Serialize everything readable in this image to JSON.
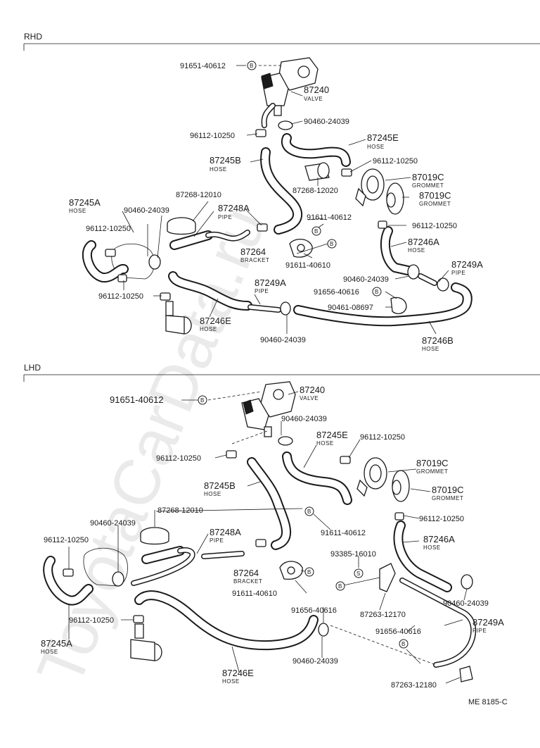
{
  "sections": {
    "rhd": "RHD",
    "lhd": "LHD"
  },
  "watermark": "ToyotaCarData.ru",
  "diagram_code": "ME 8185-C",
  "circle_marker": "B",
  "circle_marker_s": "S",
  "rhd": {
    "labels": {
      "p91651_40612": "91651-40612",
      "p87240": "87240",
      "p87240_sub": "VALVE",
      "p90460_24039_a": "90460-24039",
      "p96112_10250_a": "96112-10250",
      "p87245e": "87245E",
      "p87245e_sub": "HOSE",
      "p87245b": "87245B",
      "p87245b_sub": "HOSE",
      "p96112_10250_b": "96112-10250",
      "p87019c_a": "87019C",
      "p87019c_a_sub": "GROMMET",
      "p87268_12020": "87268-12020",
      "p87019c_b": "87019C",
      "p87019c_b_sub": "GROMMET",
      "p87268_12010": "87268-12010",
      "p87245a": "87245A",
      "p87245a_sub": "HOSE",
      "p90460_24039_b": "90460-24039",
      "p87248a": "87248A",
      "p87248a_sub": "PIPE",
      "p91611_40612": "91611-40612",
      "p96112_10250_c": "96112-10250",
      "p96112_10250_d": "96112-10250",
      "p87264": "87264",
      "p87264_sub": "BRACKET",
      "p87246a": "87246A",
      "p87246a_sub": "HOSE",
      "p91611_40610": "91611-40610",
      "p87249a_a": "87249A",
      "p87249a_a_sub": "PIPE",
      "p90460_24039_c": "90460-24039",
      "p96112_10250_e": "96112-10250",
      "p87249a_b": "87249A",
      "p87249a_b_sub": "PIPE",
      "p91656_40616": "91656-40616",
      "p90461_08697": "90461-08697",
      "p87246e": "87246E",
      "p87246e_sub": "HOSE",
      "p90460_24039_d": "90460-24039",
      "p87246b": "87246B",
      "p87246b_sub": "HOSE"
    }
  },
  "lhd": {
    "labels": {
      "p87240": "87240",
      "p87240_sub": "VALVE",
      "p91651_40612": "91651-40612",
      "p90460_24039_a": "90460-24039",
      "p87245e": "87245E",
      "p87245e_sub": "HOSE",
      "p96112_10250_a": "96112-10250",
      "p96112_10250_b": "96112-10250",
      "p87019c_a": "87019C",
      "p87019c_a_sub": "GROMMET",
      "p87245b": "87245B",
      "p87245b_sub": "HOSE",
      "p87019c_b": "87019C",
      "p87019c_b_sub": "GROMMET",
      "p87268_12010": "87268-12010",
      "p90460_24039_b": "90460-24039",
      "p96112_10250_c": "96112-10250",
      "p87248a": "87248A",
      "p87248a_sub": "PIPE",
      "p91611_40612": "91611-40612",
      "p96112_10250_d": "96112-10250",
      "p87246a": "87246A",
      "p87246a_sub": "HOSE",
      "p93385_16010": "93385-16010",
      "p87264": "87264",
      "p87264_sub": "BRACKET",
      "p91611_40610": "91611-40610",
      "p91656_40616_a": "91656-40616",
      "p87263_12170": "87263-12170",
      "p90460_24039_c": "90460-24039",
      "p96112_10250_e": "96112-10250",
      "p87249a": "87249A",
      "p87249a_sub": "PIPE",
      "p91656_40616_b": "91656-40616",
      "p87245a": "87245A",
      "p87245a_sub": "HOSE",
      "p90460_24039_d": "90460-24039",
      "p87246e": "87246E",
      "p87246e_sub": "HOSE",
      "p87263_12180": "87263-12180"
    }
  }
}
